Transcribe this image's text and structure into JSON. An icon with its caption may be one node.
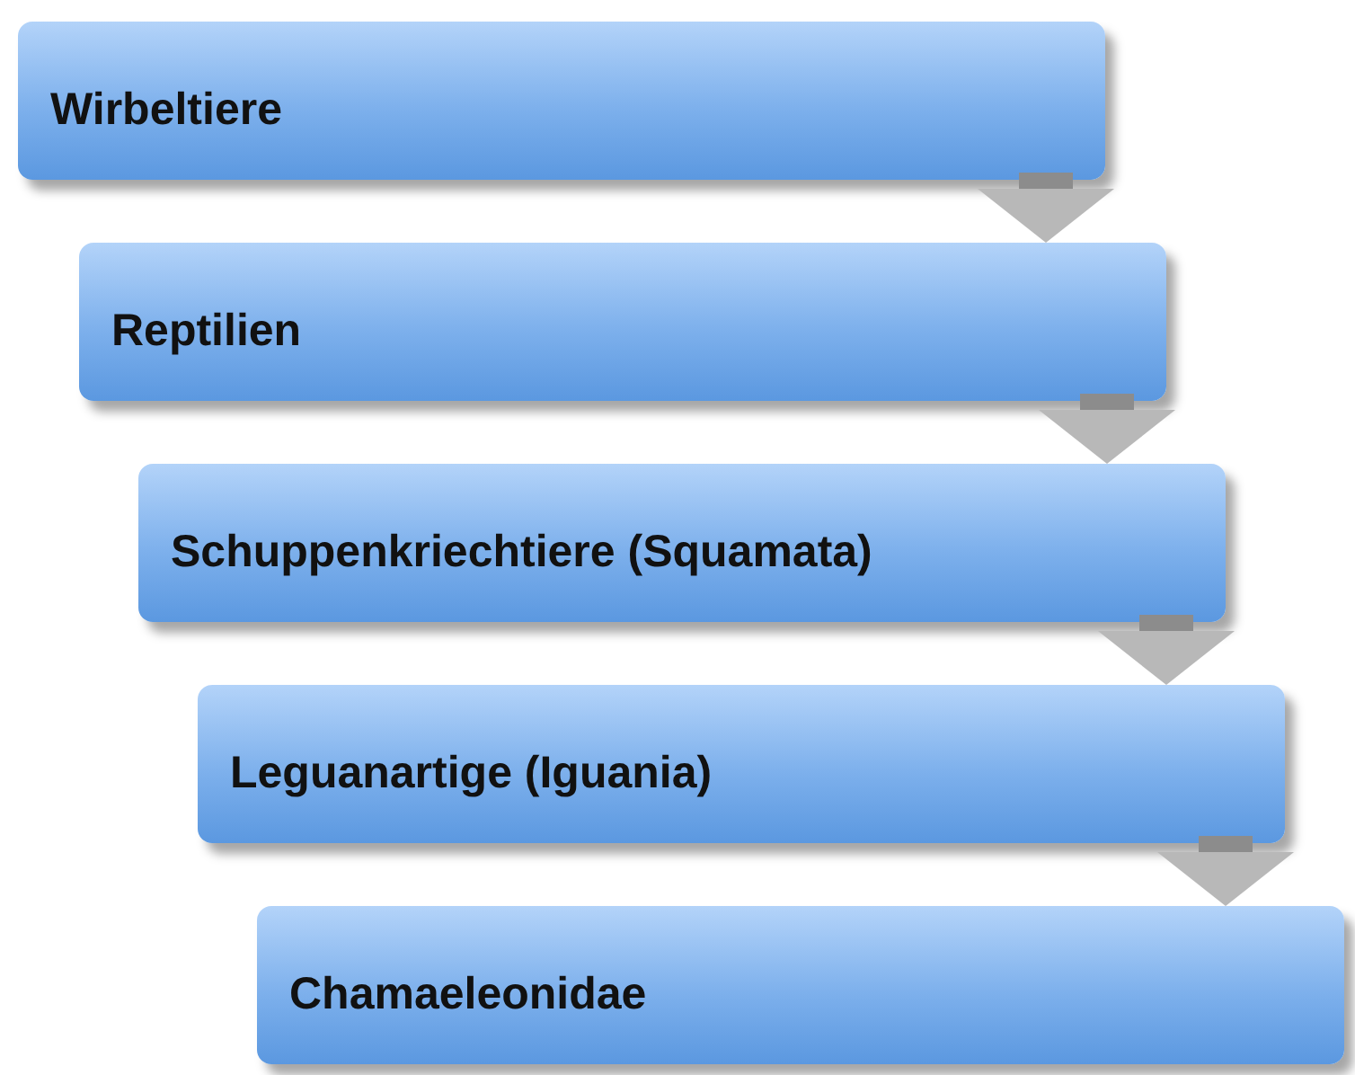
{
  "diagram": {
    "nodes": [
      {
        "text": [
          "Wirbeltiere"
        ]
      },
      {
        "text": [
          "Reptilien"
        ]
      },
      {
        "text": [
          "Schuppenkriechtiere (Squamata)"
        ]
      },
      {
        "text": [
          "Leguanartige (Iguania)"
        ]
      },
      {
        "text": [
          "Chamaeleonidae"
        ]
      }
    ],
    "edges": [
      {
        "from": 0,
        "to": 1,
        "arrow": "to"
      },
      {
        "from": 1,
        "to": 2,
        "arrow": "to"
      },
      {
        "from": 2,
        "to": 3,
        "arrow": "to"
      },
      {
        "from": 3,
        "to": 4,
        "arrow": "to"
      }
    ]
  }
}
